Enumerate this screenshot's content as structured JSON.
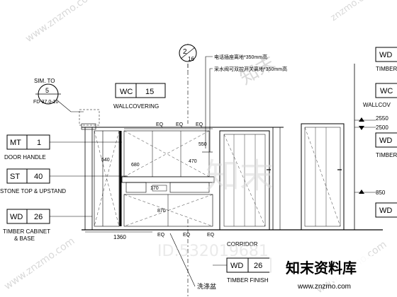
{
  "grid_ref": {
    "top": "2",
    "bottom": "16"
  },
  "sim_ref": {
    "title": "SIM. TO",
    "number": "5",
    "code": "FD-37.0-10"
  },
  "tags": {
    "mt1": {
      "code": "MT",
      "num": "1",
      "label": "DOOR HANDLE"
    },
    "st40": {
      "code": "ST",
      "num": "40",
      "label": "STONE TOP & UPSTAND"
    },
    "wd26a": {
      "code": "WD",
      "num": "26",
      "label1": "TIMBER CABINET",
      "label2": "& BASE"
    },
    "wc15": {
      "code": "WC",
      "num": "15",
      "label": "WALLCOVERING"
    },
    "wd26b": {
      "code": "WD",
      "num": "26",
      "label": "TIMBER FINISH"
    },
    "right_wd_top": {
      "code": "WD",
      "label": "TIMBER"
    },
    "right_wc": {
      "code": "WC",
      "label": "WALLCOV"
    },
    "right_wd_mid": {
      "code": "WD",
      "label": "TIMBER"
    },
    "right_wd_low": {
      "code": "WD"
    }
  },
  "notes": {
    "phone": "电话插座离地*350mm高",
    "switch": "采水阀可双控开关离地*350mm高",
    "basin": "洗涤盆",
    "corridor": "CORRIDOR"
  },
  "dims": {
    "d2550": "2550",
    "d2500": "2500",
    "d850": "850",
    "d1360": "1360",
    "eq": "EQ",
    "d550": "550",
    "d680": "680",
    "d470": "470",
    "d170": "170",
    "d540": "540",
    "d870": "870"
  },
  "watermarks": {
    "brand": "知末",
    "brand_big": "知末资料库",
    "id": "ID:532019681",
    "url": "www.znzmo.com",
    "url_short": "znzmo.com"
  }
}
